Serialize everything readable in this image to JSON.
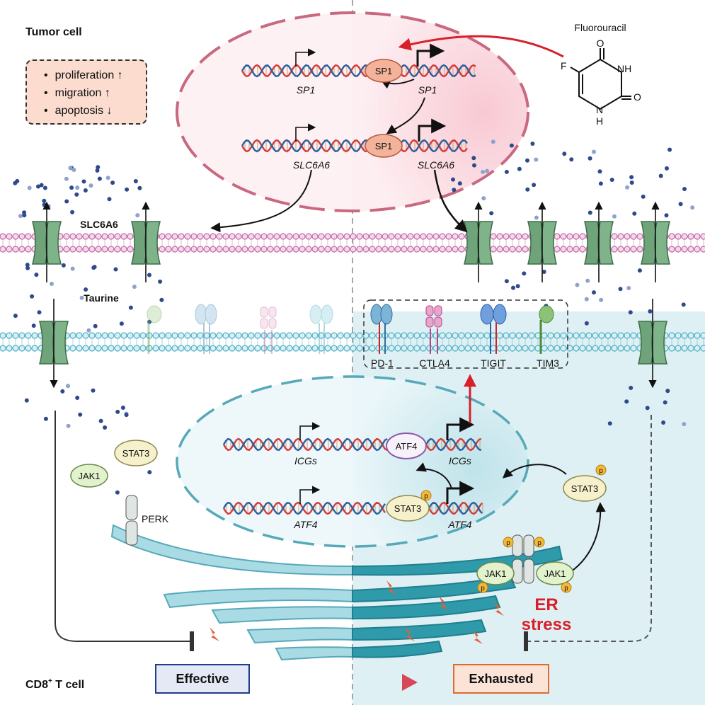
{
  "tumor_cell_label": "Tumor cell",
  "effects": [
    "proliferation ↑",
    "migration ↑",
    "apoptosis ↓"
  ],
  "fluorouracil": {
    "name": "Fluorouracil",
    "atom_f": "F",
    "atom_o1": "O",
    "atom_o2": "O",
    "atom_nh1": "NH",
    "atom_nh2": "H",
    "atom_n": "N"
  },
  "genes": {
    "sp1_left": "SP1",
    "sp1_right": "SP1",
    "slc6a6_left": "SLC6A6",
    "slc6a6_right": "SLC6A6",
    "icgs_left": "ICGs",
    "icgs_right": "ICGs",
    "atf4_left": "ATF4",
    "atf4_right": "ATF4"
  },
  "proteins": {
    "sp1": "SP1",
    "atf4": "ATF4",
    "stat3": "STAT3",
    "jak1": "JAK1",
    "perk": "PERK",
    "p": "p"
  },
  "transporter_label": "SLC6A6",
  "taurine_label": "Taurine",
  "checkpoints": [
    "PD-1",
    "CTLA4",
    "TIGIT",
    "TIM3"
  ],
  "er_stress": "ER stress",
  "er_stress_line1": "ER",
  "er_stress_line2": "stress",
  "t_cell_label": "CD8⁺ T cell",
  "t_cell_label_main": "CD8",
  "t_cell_label_sup": "+",
  "t_cell_label_tail": " T cell",
  "state_effective": "Effective",
  "state_exhausted": "Exhausted",
  "colors": {
    "tumor_bg": "#fde8ec",
    "tcell_bg": "#dff0f4",
    "transporter": "#6fa47a",
    "taurine": "#2e4a8a",
    "dna_red": "#d43b3b",
    "dna_blue": "#2b5f9e",
    "er": "#6cb8c8",
    "er_dark": "#2a8a9a",
    "arrow_red": "#d7202a",
    "stress_red": "#d7202a"
  }
}
